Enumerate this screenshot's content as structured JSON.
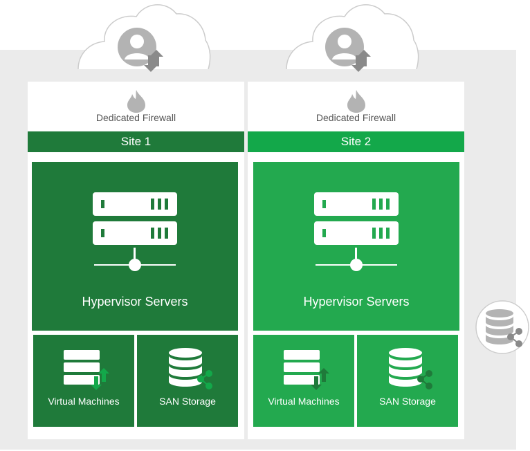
{
  "colors": {
    "site1_bar": "#1f7a3a",
    "site1_box": "#1f7a3a",
    "site2_bar": "#13a84a",
    "site2_box": "#23a94f",
    "panel": "#ebebeb",
    "icon_gray": "#b3b3b3"
  },
  "clouds": [
    {
      "icon": "user-sync-icon"
    },
    {
      "icon": "user-sync-icon"
    }
  ],
  "sites": [
    {
      "firewall_icon": "flame-icon",
      "firewall_label": "Dedicated Firewall",
      "title": "Site 1",
      "hypervisor": {
        "icon": "server-stack-icon",
        "label": "Hypervisor Servers"
      },
      "vm": {
        "icon": "vm-sync-icon",
        "label": "Virtual Machines"
      },
      "san": {
        "icon": "database-share-icon",
        "label": "SAN Storage"
      }
    },
    {
      "firewall_icon": "flame-icon",
      "firewall_label": "Dedicated Firewall",
      "title": "Site 2",
      "hypervisor": {
        "icon": "server-stack-icon",
        "label": "Hypervisor Servers"
      },
      "vm": {
        "icon": "vm-sync-icon",
        "label": "Virtual Machines"
      },
      "san": {
        "icon": "database-share-icon",
        "label": "SAN Storage"
      }
    }
  ],
  "shared_storage": {
    "icon": "database-share-icon"
  }
}
